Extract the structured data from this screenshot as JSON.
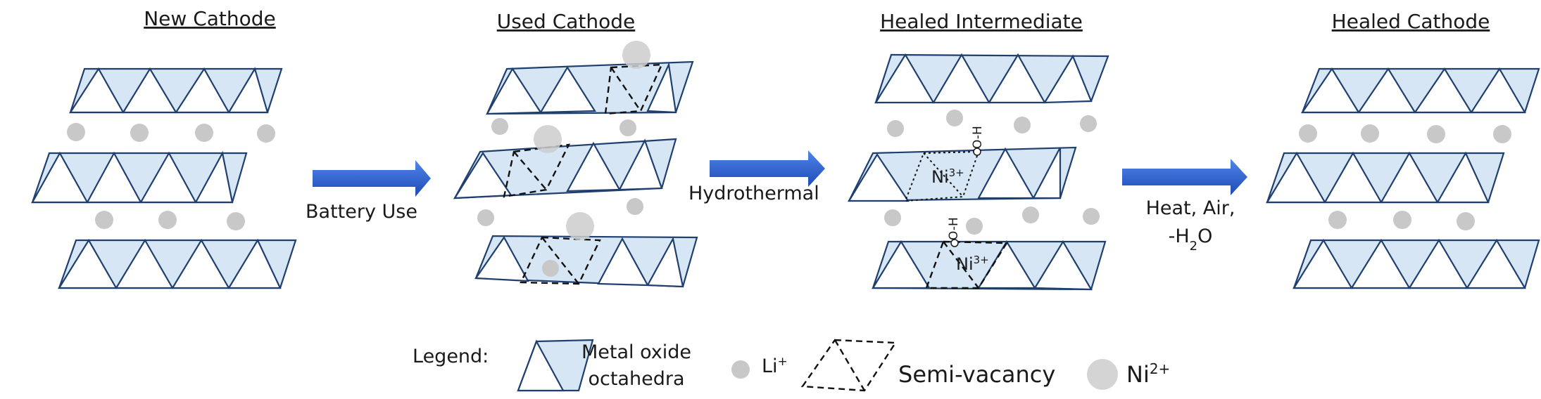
{
  "stages": [
    {
      "title": "New Cathode"
    },
    {
      "title": "Used Cathode"
    },
    {
      "title": "Healed Intermediate"
    },
    {
      "title": "Healed Cathode"
    }
  ],
  "arrows": [
    {
      "label": "Battery Use"
    },
    {
      "label": "Hydrothermal"
    },
    {
      "label_line1": "Heat, Air,",
      "label_line2": "-H",
      "label_sub": "2",
      "label_tail": "O"
    }
  ],
  "ions": {
    "ni_base": "Ni",
    "ni_sup": "3+",
    "oh_text": "O-H"
  },
  "legend": {
    "title": "Legend:",
    "octahedra_line1": "Metal oxide",
    "octahedra_line2": "octahedra",
    "li_base": "Li",
    "li_sup": "+",
    "semivacancy": "Semi-vacancy",
    "ni2_base": "Ni",
    "ni2_sup": "2+"
  },
  "colors": {
    "arrow": "#2f62d6",
    "octahedra_fill": "#d6e6f4",
    "octahedra_stroke": "#1f3f6e",
    "ion": "#c8c8c8"
  }
}
